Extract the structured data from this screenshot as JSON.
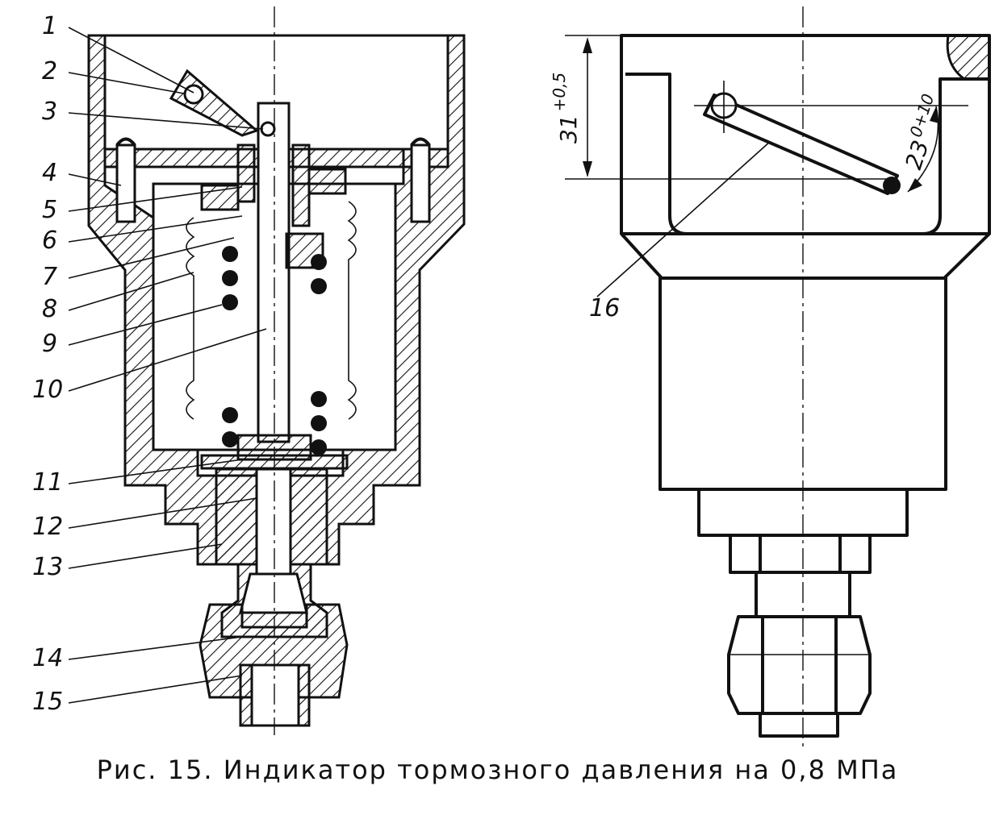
{
  "figure": {
    "caption": "Рис. 15. Индикатор тормозного давления на 0,8 МПа",
    "callouts": [
      "1",
      "2",
      "3",
      "4",
      "5",
      "6",
      "7",
      "8",
      "9",
      "10",
      "11",
      "12",
      "13",
      "14",
      "15",
      "16"
    ],
    "dimensions": {
      "height": "31",
      "height_tol": "+0,5",
      "angle": "23",
      "angle_tol": "0+10"
    }
  }
}
